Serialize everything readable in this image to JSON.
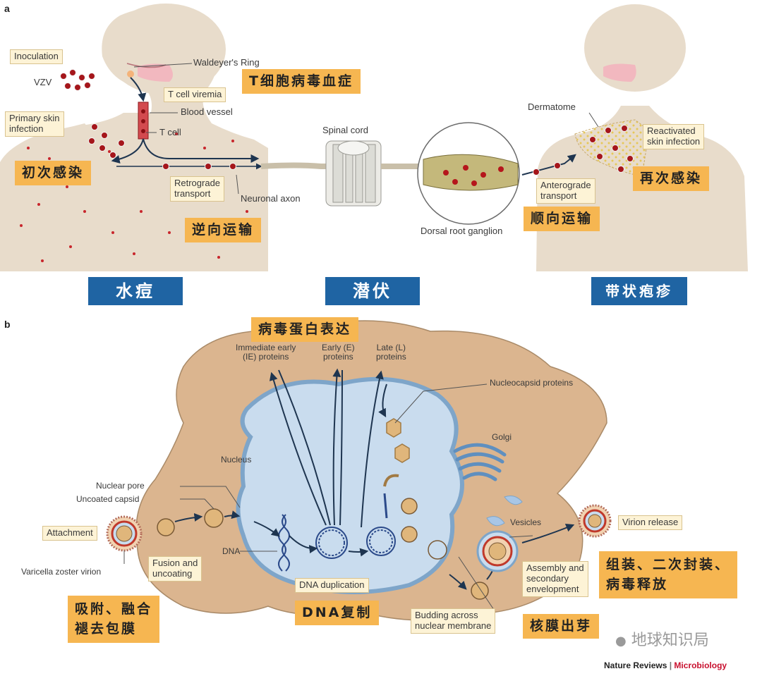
{
  "panel_a": {
    "letter": "a",
    "labels": {
      "inoculation": "Inoculation",
      "vzv": "VZV",
      "waldeyer": "Waldeyer's Ring",
      "t_cell_viremia": "T cell viremia",
      "blood_vessel": "Blood vessel",
      "primary_skin": "Primary skin\ninfection",
      "t_cell": "T cell",
      "retrograde": "Retrograde\ntransport",
      "neuronal_axon": "Neuronal axon",
      "spinal_cord": "Spinal cord",
      "drg": "Dorsal root ganglion",
      "dermatome": "Dermatome",
      "reactivated": "Reactivated\nskin infection",
      "anterograde": "Anterograde\ntransport"
    },
    "cn": {
      "t_viremia": "T细胞病毒血症",
      "primary": "初次感染",
      "retro": "逆向运输",
      "antero": "顺向运输",
      "reinfect": "再次感染"
    },
    "stages": [
      "水痘",
      "潜伏",
      "带状疱疹"
    ]
  },
  "panel_b": {
    "letter": "b",
    "labels": {
      "ie": "Immediate early\n(IE) proteins",
      "early": "Early (E)\nproteins",
      "late": "Late (L)\nproteins",
      "nucleocapsid": "Nucleocapsid proteins",
      "golgi": "Golgi",
      "nucleus": "Nucleus",
      "nuclear_pore": "Nuclear pore",
      "uncoated_capsid": "Uncoated capsid",
      "attachment": "Attachment",
      "vzv_virion": "Varicella zoster virion",
      "dna": "DNA",
      "fusion": "Fusion and\nuncoating",
      "dna_dup": "DNA duplication",
      "vesicles": "Vesicles",
      "virion_release": "Virion release",
      "assembly": "Assembly and\nsecondary\nenvelopment",
      "budding": "Budding across\nnuclear membrane"
    },
    "cn": {
      "expression": "病毒蛋白表达",
      "attach": "吸附、融合\n褪去包膜",
      "dna_copy": "DNA复制",
      "assembly": "组装、二次封装、\n病毒释放",
      "budding": "核膜出芽"
    }
  },
  "footer": {
    "watermark": "地球知识局",
    "journal": "Nature Reviews",
    "section": "Microbiology"
  },
  "colors": {
    "skin": "#e8dccb",
    "cell": "#dbb58f",
    "nucleus": "#c9dcee",
    "virus_red": "#b0161c",
    "label_bg": "#fdf3d6",
    "cn_orange": "#f6b651",
    "stage_blue": "#1f64a3",
    "brand_red": "#c8102e"
  }
}
